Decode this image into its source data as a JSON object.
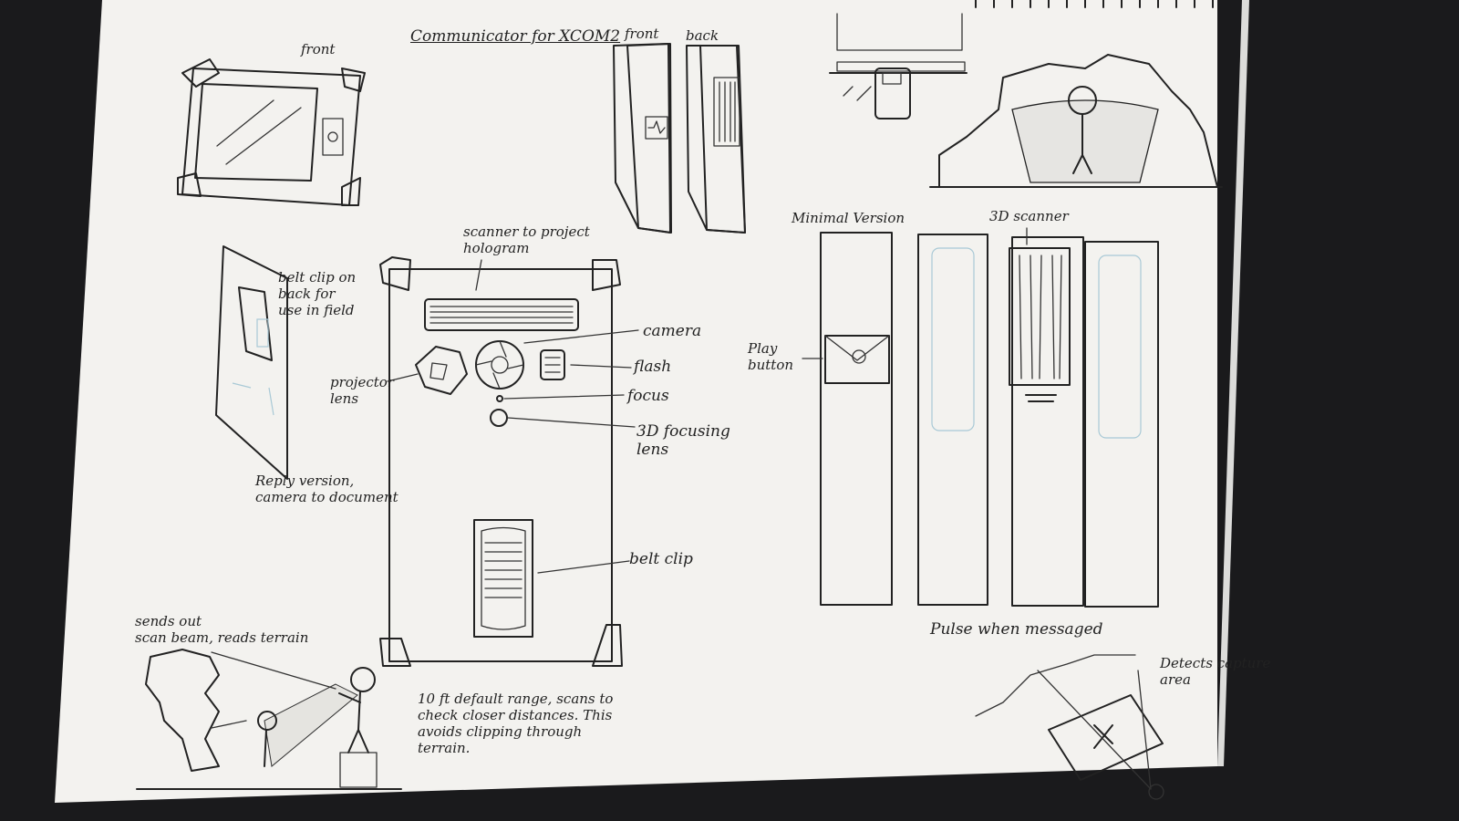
{
  "sketch": {
    "title": "Communicator for XCOM2",
    "labels": {
      "front_top": "front",
      "front_pair": "front",
      "back_pair": "back",
      "scanner_hologram": "scanner to project\nhologram",
      "camera": "camera",
      "flash": "flash",
      "focus": "focus",
      "focusing_lens": "3D focusing\nlens",
      "projector_lens": "projector\nlens",
      "belt_clip_main": "belt clip",
      "belt_clip_back": "belt clip on\nback for\nuse in field",
      "reply_version": "Reply version,\ncamera to document",
      "sends_scan": "sends out\nscan beam, reads terrain",
      "range_note": "10 ft default range, scans to\ncheck closer distances. This\navoids clipping through\nterrain.",
      "minimal_version": "Minimal Version",
      "scanner_3d": "3D scanner",
      "play_button": "Play\nbutton",
      "pulse_note": "Pulse when messaged",
      "detects_capture": "Detects capture\narea"
    }
  }
}
